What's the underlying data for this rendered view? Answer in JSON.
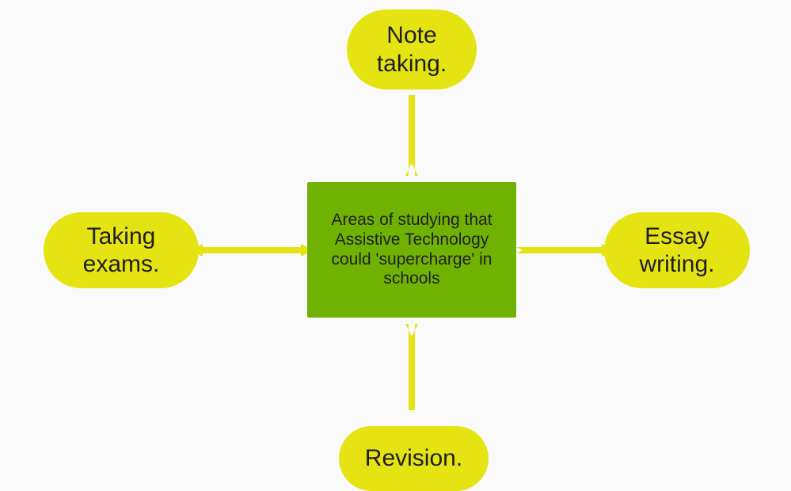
{
  "diagram": {
    "type": "mind-map",
    "background_color": "#fafafa",
    "center_node": {
      "id": "center",
      "label": "Areas of studying that Assistive Technology could 'supercharge' in schools",
      "shape": "rectangle",
      "fill_color": "#6fb202",
      "text_color": "#1f1f1f"
    },
    "leaf_nodes": [
      {
        "id": "note-taking",
        "label": "Note\ntaking.",
        "position": "top",
        "shape": "stadium",
        "fill_color": "#e6e312",
        "text_color": "#1f1f1f"
      },
      {
        "id": "taking-exams",
        "label": "Taking\nexams.",
        "position": "left",
        "shape": "stadium",
        "fill_color": "#e6e312",
        "text_color": "#1f1f1f"
      },
      {
        "id": "essay-writing",
        "label": "Essay\nwriting.",
        "position": "right",
        "shape": "stadium",
        "fill_color": "#e6e312",
        "text_color": "#1f1f1f"
      },
      {
        "id": "revision",
        "label": "Revision.",
        "position": "bottom",
        "shape": "stadium",
        "fill_color": "#e6e312",
        "text_color": "#1f1f1f"
      }
    ],
    "edges": [
      {
        "id": "edge-center-to-note-taking",
        "from": "center",
        "to": "note-taking",
        "direction": "up",
        "color": "#e6e312"
      },
      {
        "id": "edge-center-to-taking-exams",
        "from": "center",
        "to": "taking-exams",
        "direction": "left",
        "color": "#e6e312"
      },
      {
        "id": "edge-center-to-essay-writing",
        "from": "center",
        "to": "essay-writing",
        "direction": "right",
        "color": "#e6e312"
      },
      {
        "id": "edge-center-to-revision",
        "from": "center",
        "to": "revision",
        "direction": "down",
        "color": "#e6e312"
      }
    ]
  }
}
